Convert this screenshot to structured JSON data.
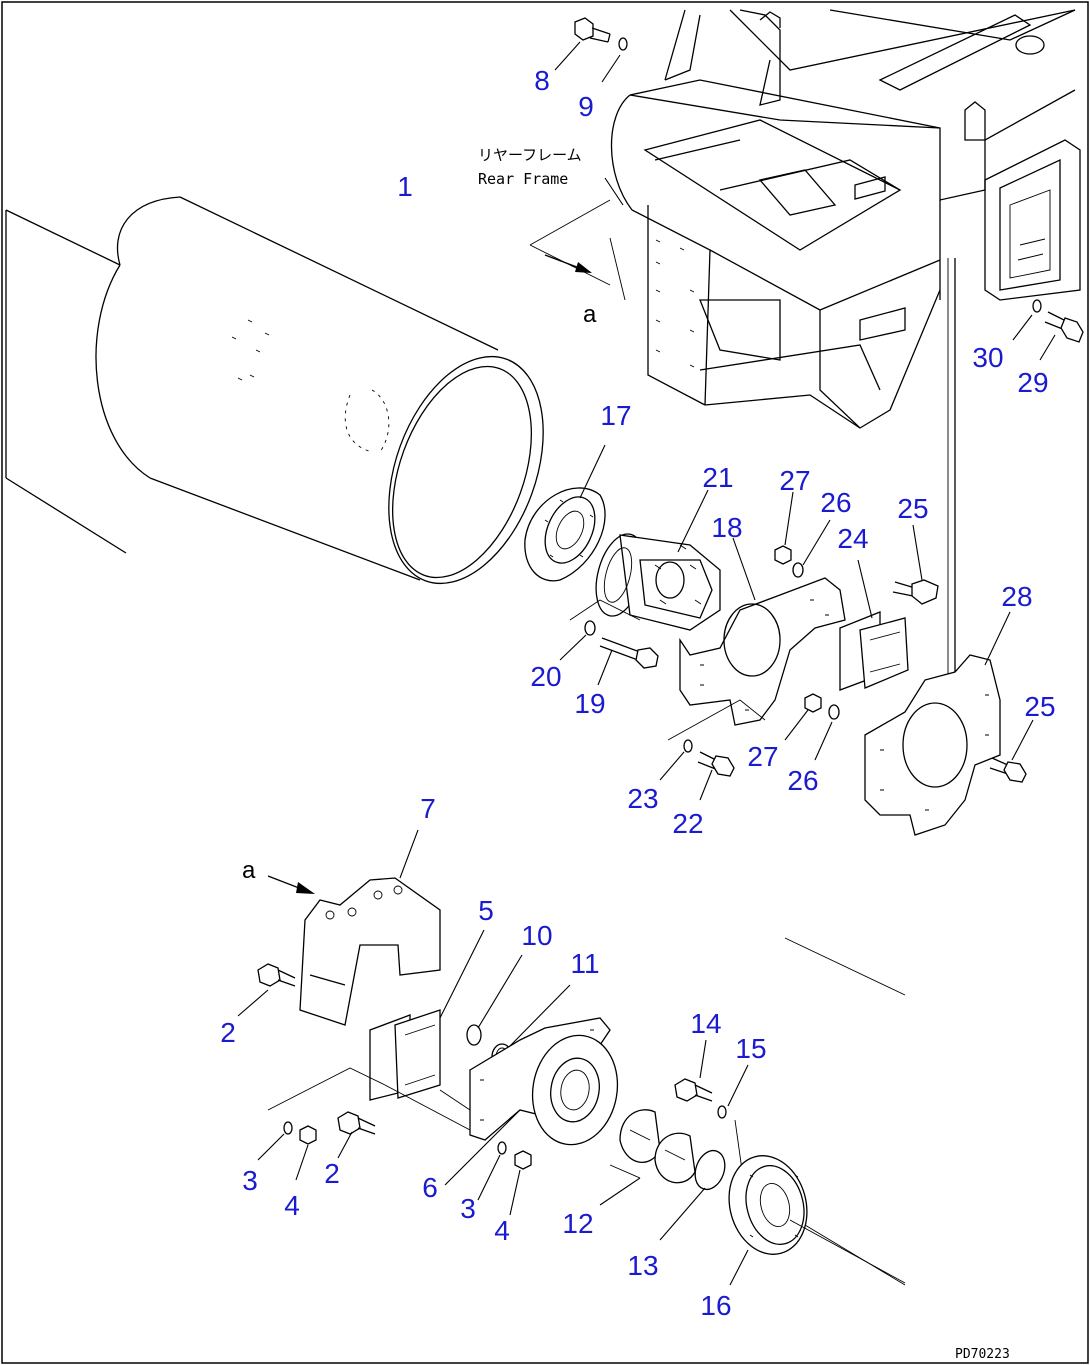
{
  "rear_frame_label_jp": "リヤーフレーム",
  "rear_frame_label_en": "Rear Frame",
  "view_letter_top": "a",
  "view_letter_bottom": "a",
  "drawing_code": "PD70223",
  "callouts": [
    {
      "id": "c1",
      "label": "1"
    },
    {
      "id": "c2a",
      "label": "2"
    },
    {
      "id": "c2b",
      "label": "2"
    },
    {
      "id": "c3a",
      "label": "3"
    },
    {
      "id": "c3b",
      "label": "3"
    },
    {
      "id": "c4a",
      "label": "4"
    },
    {
      "id": "c4b",
      "label": "4"
    },
    {
      "id": "c5",
      "label": "5"
    },
    {
      "id": "c6",
      "label": "6"
    },
    {
      "id": "c7",
      "label": "7"
    },
    {
      "id": "c8",
      "label": "8"
    },
    {
      "id": "c9",
      "label": "9"
    },
    {
      "id": "c10",
      "label": "10"
    },
    {
      "id": "c11",
      "label": "11"
    },
    {
      "id": "c12",
      "label": "12"
    },
    {
      "id": "c13",
      "label": "13"
    },
    {
      "id": "c14",
      "label": "14"
    },
    {
      "id": "c15",
      "label": "15"
    },
    {
      "id": "c16",
      "label": "16"
    },
    {
      "id": "c17",
      "label": "17"
    },
    {
      "id": "c18",
      "label": "18"
    },
    {
      "id": "c19",
      "label": "19"
    },
    {
      "id": "c20",
      "label": "20"
    },
    {
      "id": "c21",
      "label": "21"
    },
    {
      "id": "c22",
      "label": "22"
    },
    {
      "id": "c23",
      "label": "23"
    },
    {
      "id": "c24",
      "label": "24"
    },
    {
      "id": "c25a",
      "label": "25"
    },
    {
      "id": "c25b",
      "label": "25"
    },
    {
      "id": "c26a",
      "label": "26"
    },
    {
      "id": "c26b",
      "label": "26"
    },
    {
      "id": "c27a",
      "label": "27"
    },
    {
      "id": "c27b",
      "label": "27"
    },
    {
      "id": "c28",
      "label": "28"
    },
    {
      "id": "c29",
      "label": "29"
    },
    {
      "id": "c30",
      "label": "30"
    }
  ]
}
